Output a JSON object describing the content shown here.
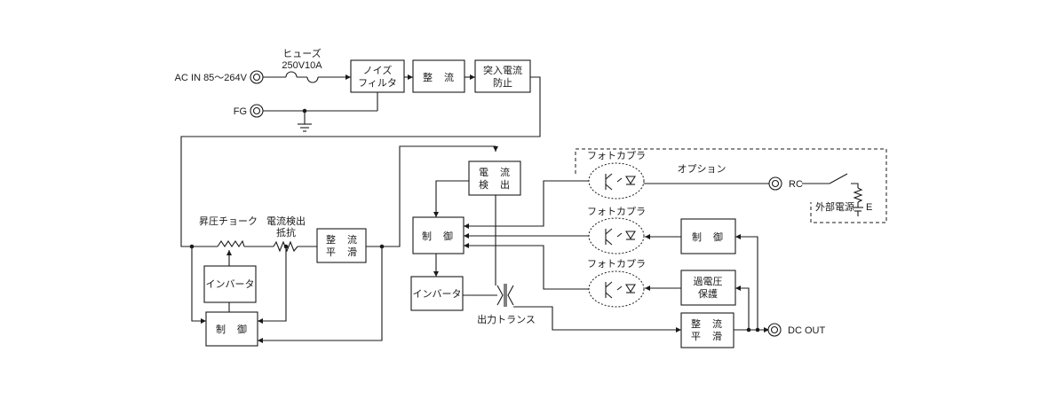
{
  "terminals": {
    "ac_in": "AC IN 85～264V",
    "fg": "FG",
    "rc": "RC",
    "dc_out": "DC OUT",
    "e": "E"
  },
  "labels": {
    "fuse_line1": "ヒューズ",
    "fuse_line2": "250V10A",
    "boost_choke": "昇圧チョーク",
    "sense_resistor_line1": "電流検出",
    "sense_resistor_line2": "抵抗",
    "photocoupler_1": "フォトカプラ",
    "photocoupler_2": "フォトカプラ",
    "photocoupler_3": "フォトカプラ",
    "option": "オプション",
    "external_power": "外部電源",
    "output_transformer": "出力トランス"
  },
  "blocks": {
    "noise_filter_line1": "ノイズ",
    "noise_filter_line2": "フィルタ",
    "rectifier_1": "整　流",
    "inrush_line1": "突入電流",
    "inrush_line2": "防止",
    "inverter_pfc": "インバータ",
    "control_pfc": "制　御",
    "smooth_line1": "整　流",
    "smooth_line2": "平　滑",
    "current_detect_line1": "電　流",
    "current_detect_line2": "検　出",
    "control_main": "制　御",
    "inverter_main": "インバータ",
    "control_secondary": "制　御",
    "ovp_line1": "過電圧",
    "ovp_line2": "保護",
    "output_smooth_line1": "整　流",
    "output_smooth_line2": "平　滑"
  }
}
